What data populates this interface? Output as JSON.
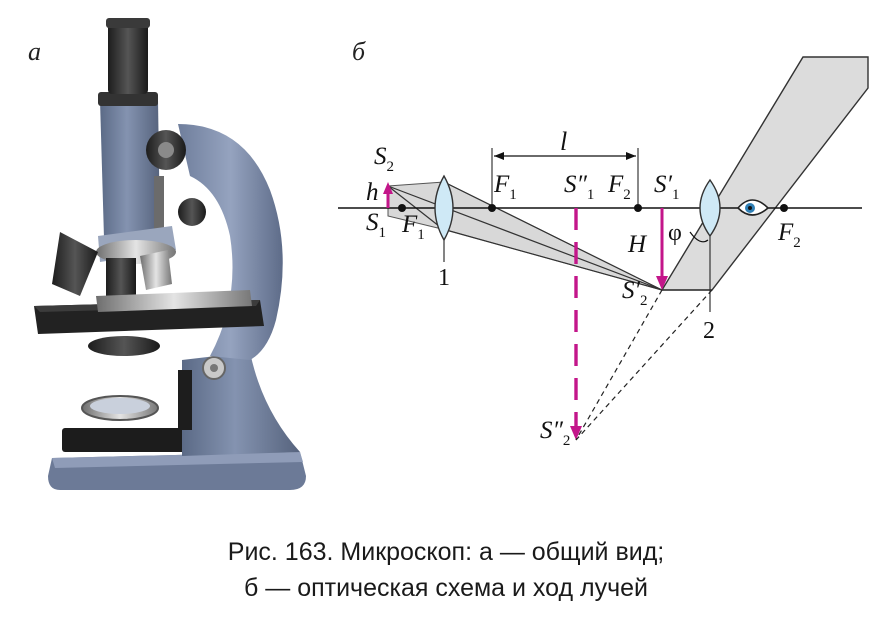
{
  "panel_labels": {
    "a": "а",
    "b": "б"
  },
  "diagram": {
    "labels": {
      "S2": "S",
      "S2_sub": "2",
      "h": "h",
      "S1": "S",
      "S1_sub": "1",
      "F1_left": "F",
      "F1_left_sub": "1",
      "l": "l",
      "F1_mid": "F",
      "F1_mid_sub": "1",
      "S1pp": "S″",
      "S1pp_sub": "1",
      "F2_mid": "F",
      "F2_mid_sub": "2",
      "S1p": "S′",
      "S1p_sub": "1",
      "H": "H",
      "phi": "φ",
      "S2p": "S′",
      "S2p_sub": "2",
      "F2_right": "F",
      "F2_right_sub": "2",
      "S2pp": "S″",
      "S2pp_sub": "2",
      "lens1": "1",
      "lens2": "2"
    },
    "colors": {
      "magenta": "#c3168a",
      "lens": "#cfe9f6",
      "beam": "#d9d9d9",
      "line": "#111111"
    }
  },
  "caption": {
    "line1": "Рис. 163. Микроскоп: а — общий вид;",
    "line2": "б — оптическая схема и ход лучей"
  }
}
